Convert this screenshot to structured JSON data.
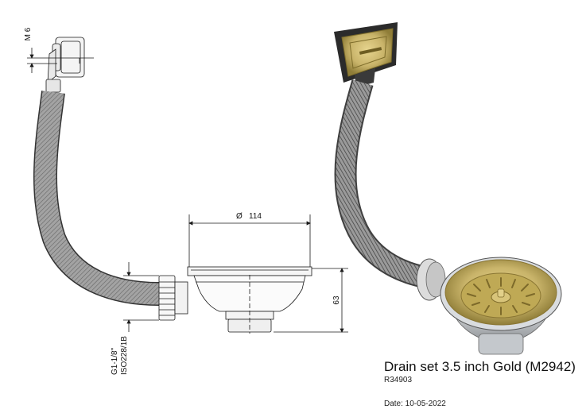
{
  "product": {
    "title": "Drain set 3.5 inch Gold (M2942)",
    "reference": "R34903",
    "date_label": "Date: 10-05-2022"
  },
  "dimensions": {
    "thread_overflow": "M 6",
    "diameter_symbol": "Ø",
    "diameter_value": "114",
    "height_value": "63",
    "thread_outlet_line1": "G1-1/8\"",
    "thread_outlet_line2": "ISO228/1B"
  },
  "colors": {
    "line": "#1a1a1a",
    "hose": "#8a8a8a",
    "hose_dark": "#555555",
    "gold": "#c9b46a",
    "gold_dark": "#9c8840",
    "steel": "#b8bcc0",
    "overflow_plate": "#2b2b2b"
  }
}
